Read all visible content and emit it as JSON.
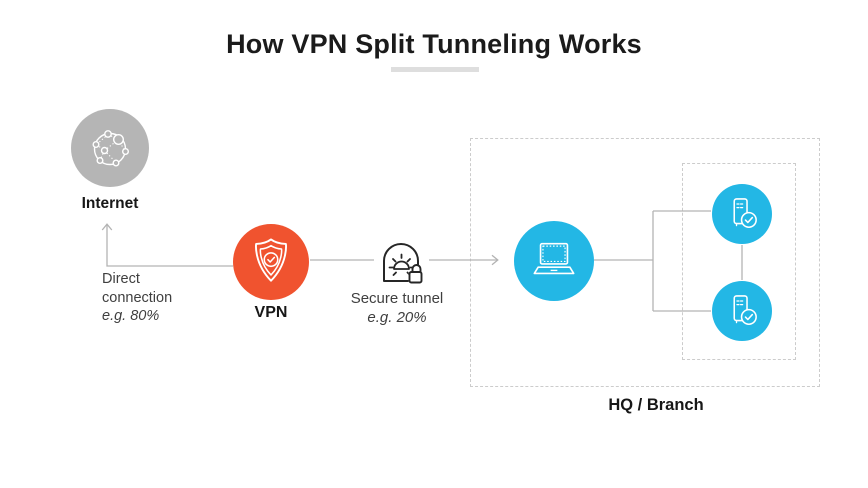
{
  "title": "How VPN Split Tunneling Works",
  "colors": {
    "vpn_orange": "#f0532f",
    "node_cyan": "#23b7e5",
    "node_gray": "#b5b5b5",
    "connector_gray": "#b3b3b3",
    "dashed_border": "#cccccc",
    "title_underline": "#dedede",
    "icon_outline_dark": "#262626",
    "label_dark": "#171717",
    "caption_gray": "#3f3f3f"
  },
  "nodes": {
    "internet": {
      "label": "Internet",
      "icon": "network-globe-icon"
    },
    "vpn": {
      "label": "VPN",
      "icon": "shield-check-icon"
    },
    "tunnel": {
      "caption": "Secure tunnel",
      "note": "e.g. 20%",
      "icon": "tunnel-lock-icon"
    },
    "laptop": {
      "icon": "laptop-icon"
    },
    "server_top": {
      "icon": "server-check-icon"
    },
    "server_bottom": {
      "icon": "server-check-icon"
    }
  },
  "annotations": {
    "direct_connection": {
      "caption": "Direct connection",
      "note": "e.g. 80%"
    },
    "hq_branch": {
      "label": "HQ / Branch"
    }
  }
}
